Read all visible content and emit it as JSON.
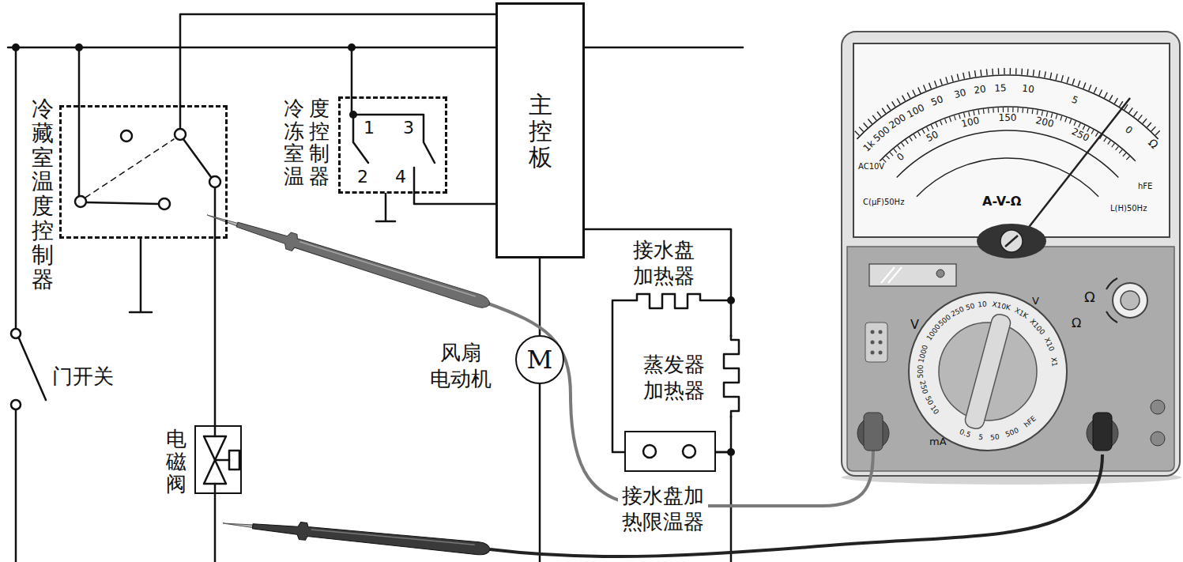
{
  "diagram": {
    "nodes": [
      {
        "text": [
          "冷藏室温度控制器"
        ]
      },
      {
        "text": [
          "冷冻室温度控制器"
        ]
      },
      {
        "text": [
          "主控板"
        ]
      },
      {
        "text": [
          "M",
          "风扇 电动机"
        ]
      },
      {
        "text": [
          "电磁阀"
        ]
      },
      {
        "text": [
          "接水盘加 热限温器"
        ]
      }
    ],
    "edges": [
      {
        "from": 0,
        "to": 2,
        "arrow": "none"
      },
      {
        "from": 0,
        "to": 4,
        "arrow": "none"
      },
      {
        "from": 1,
        "to": 2,
        "arrow": "none"
      },
      {
        "from": 2,
        "to": 3,
        "arrow": "none"
      },
      {
        "from": 2,
        "to": 5,
        "arrow": "none"
      }
    ],
    "labels": [
      "1",
      "3",
      "2",
      "4",
      "门开关",
      "接水盘 加热器",
      "蒸发器 加热器",
      "1k",
      "500",
      "200",
      "100",
      "50",
      "30",
      "20",
      "15",
      "10",
      "5",
      "0",
      "Ω",
      "0",
      "50",
      "100",
      "150",
      "200",
      "250",
      "AC10V",
      "C(μF)50Hz",
      "L(H)50Hz",
      "hFE",
      "A-V-Ω",
      "Ω",
      "1000",
      "500",
      "250",
      "50",
      "10",
      "1000",
      "500",
      "250",
      "50",
      "10",
      "X10K",
      "X1K",
      "X100",
      "X10",
      "X1",
      "hFE",
      "500",
      "50",
      "5",
      "0.5",
      "V",
      "V",
      "Ω",
      "mA"
    ]
  }
}
